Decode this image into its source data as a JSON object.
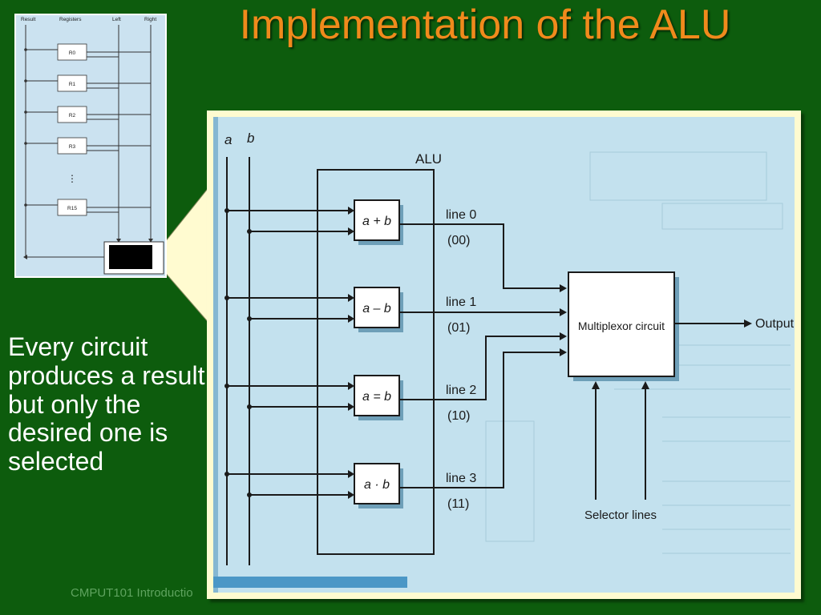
{
  "slide": {
    "title": "Implementation of the ALU",
    "body_text": "Every circuit produces a result but only the desired one is selected",
    "footer": "CMPUT101 Introductio"
  },
  "register_diagram": {
    "headers": [
      "Result",
      "Registers",
      "Left",
      "Right"
    ],
    "registers": [
      "R0",
      "R1",
      "R2",
      "R3",
      "R15"
    ],
    "ellipsis": "⋮"
  },
  "alu_diagram": {
    "inputs": [
      "a",
      "b"
    ],
    "alu_label": "ALU",
    "units": [
      {
        "op": "a + b",
        "line": "line 0",
        "code": "(00)"
      },
      {
        "op": "a – b",
        "line": "line 1",
        "code": "(01)"
      },
      {
        "op": "a = b",
        "line": "line 2",
        "code": "(10)"
      },
      {
        "op": "a · b",
        "line": "line 3",
        "code": "(11)"
      }
    ],
    "mux_label": "Multiplexor circuit",
    "output_label": "Output",
    "selector_label": "Selector lines"
  },
  "colors": {
    "background": "#0d5c0d",
    "title": "#f08a1c",
    "diagram_bg": "#c3e1ee",
    "frame": "#fffbd0"
  }
}
